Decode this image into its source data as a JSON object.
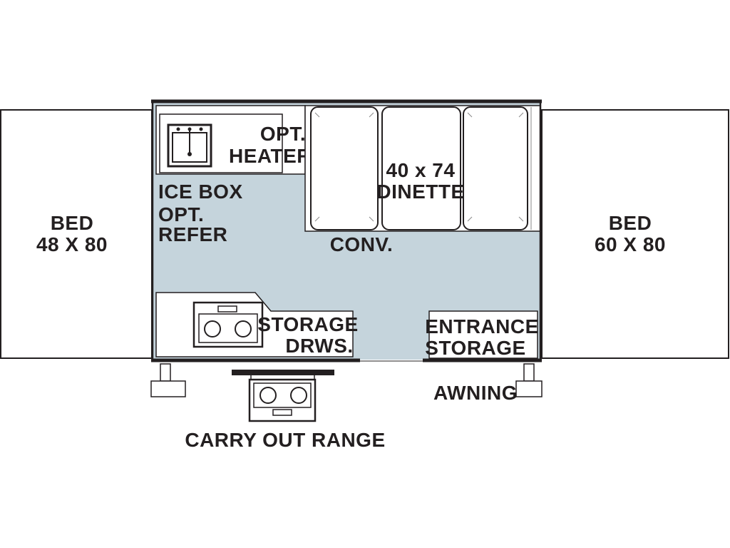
{
  "bed_left": {
    "name": "BED",
    "size": "48 X 80"
  },
  "bed_right": {
    "name": "BED",
    "size": "60 X 80"
  },
  "heater": {
    "line1": "OPT.",
    "line2": "HEATER"
  },
  "icebox": {
    "line1": "ICE BOX",
    "line2": "OPT.",
    "line3": "REFER"
  },
  "dinette": {
    "line1": "40 x 74",
    "line2": "DINETTE",
    "conv": "CONV."
  },
  "storage": {
    "line1": "STORAGE",
    "line2": "DRWS."
  },
  "entrance": {
    "line1": "ENTRANCE",
    "line2": "STORAGE"
  },
  "awning": "AWNING",
  "carry_out_range": "CARRY OUT RANGE",
  "colors": {
    "floor": "#c5d4dc",
    "line": "#231f20",
    "background": "#ffffff"
  }
}
